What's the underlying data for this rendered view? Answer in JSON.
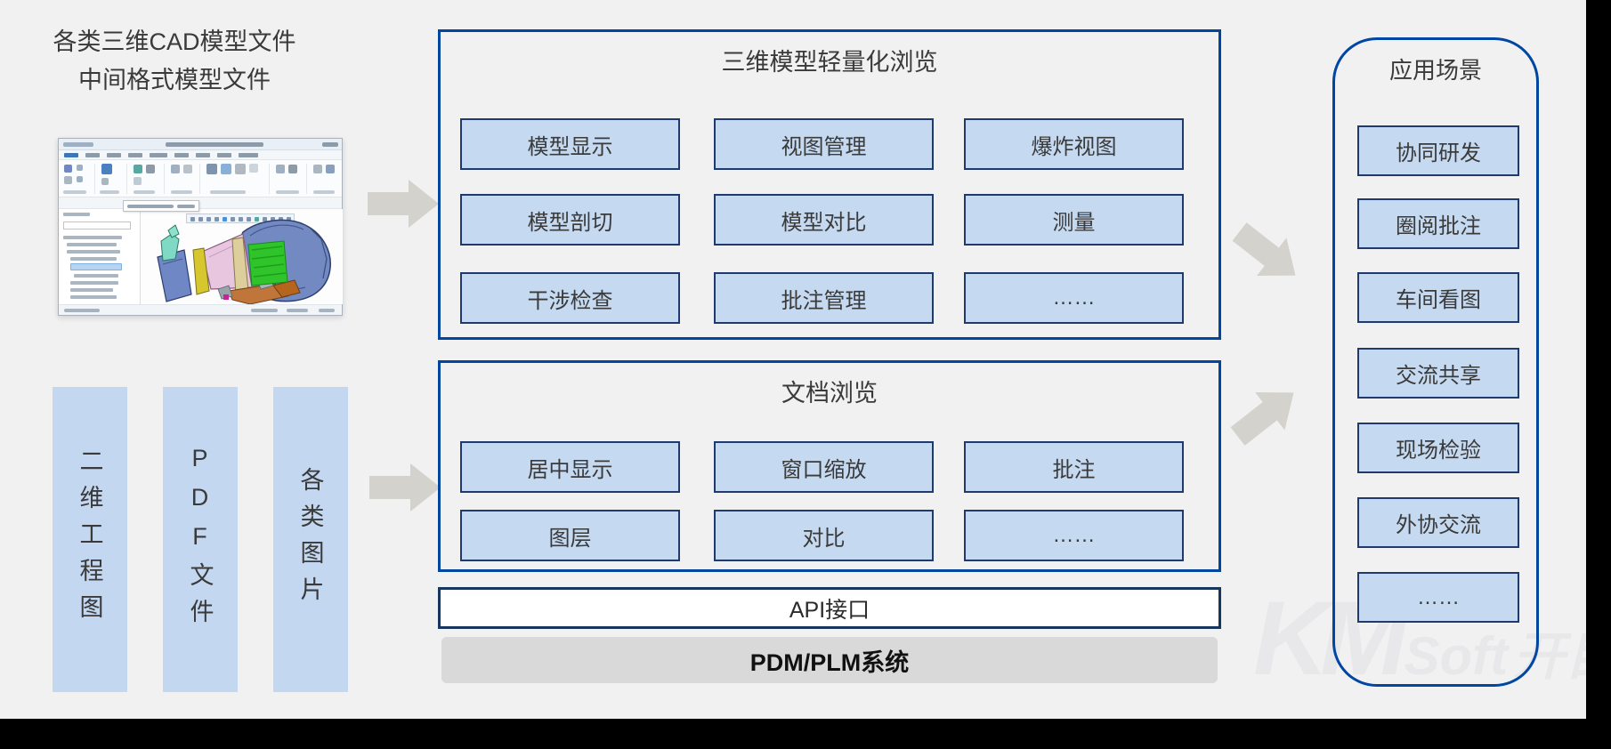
{
  "left": {
    "heading_line1": "各类三维CAD模型文件",
    "heading_line2": "中间格式模型文件",
    "source_bars": [
      "二维工程图",
      "PDF文件",
      "各类图片"
    ]
  },
  "model_browse": {
    "title": "三维模型轻量化浏览",
    "items": [
      "模型显示",
      "视图管理",
      "爆炸视图",
      "模型剖切",
      "模型对比",
      "测量",
      "干涉检查",
      "批注管理",
      "……"
    ]
  },
  "doc_browse": {
    "title": "文档浏览",
    "items": [
      "居中显示",
      "窗口缩放",
      "批注",
      "图层",
      "对比",
      "……"
    ]
  },
  "api": {
    "label": "API接口"
  },
  "pdm": {
    "label": "PDM/PLM系统"
  },
  "scenarios": {
    "title": "应用场景",
    "items": [
      "协同研发",
      "圈阅批注",
      "车间看图",
      "交流共享",
      "现场检验",
      "外协交流",
      "……"
    ]
  },
  "watermark": {
    "km": "KM",
    "soft": "Soft",
    "cn": "开目"
  },
  "colors": {
    "background": "#f1f1f2",
    "cell_fill": "#c5d9f1",
    "cell_border": "#1e3a6e",
    "container_border": "#0045a0",
    "api_border": "#17365d",
    "pdm_fill": "#d9d9d9",
    "arrow": "#d3d2cc",
    "text": "#3a3a3a"
  }
}
